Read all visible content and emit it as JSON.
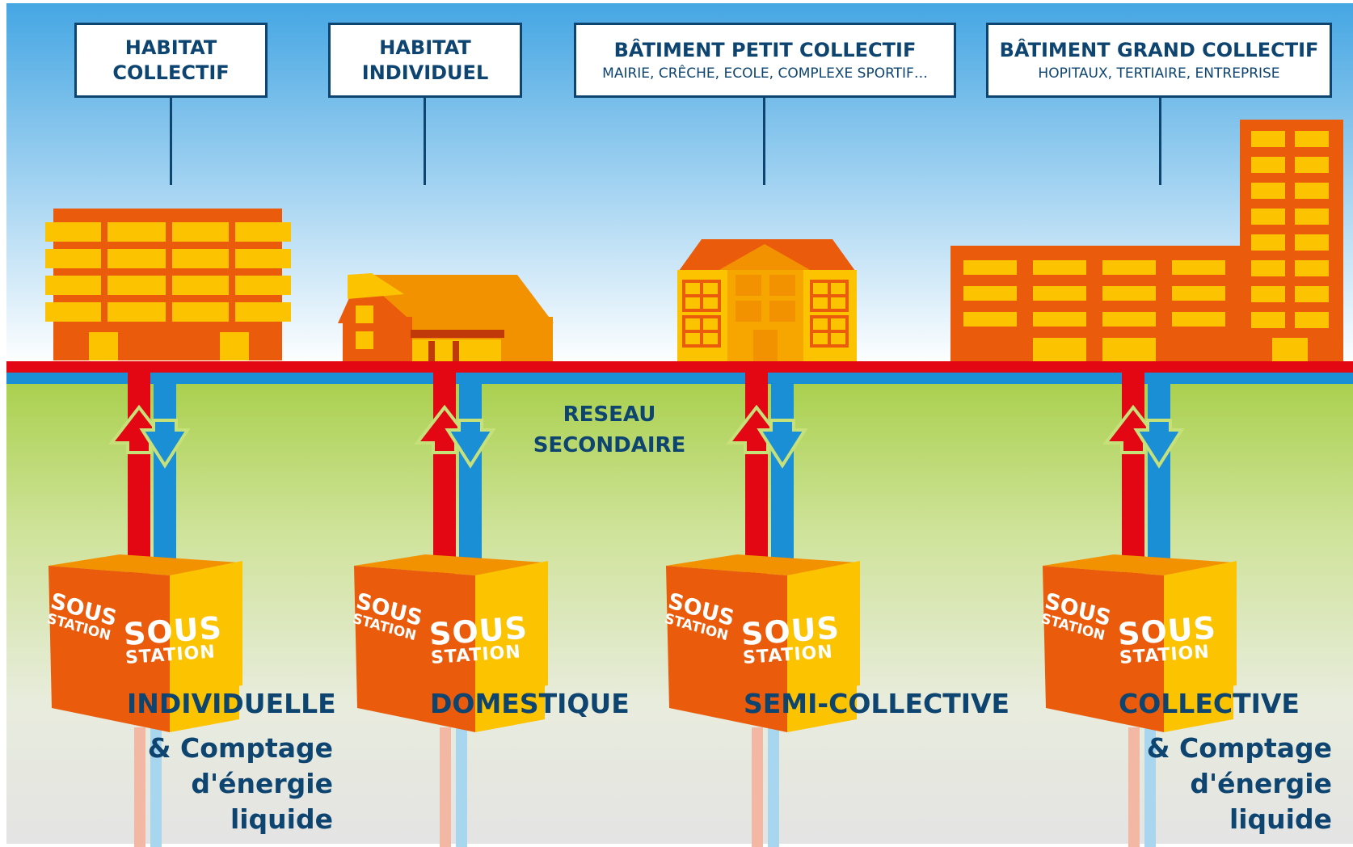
{
  "categories": [
    {
      "title_line1": "HABITAT",
      "title_line2": "COLLECTIF",
      "subtitle": ""
    },
    {
      "title_line1": "HABITAT",
      "title_line2": "INDIVIDUEL",
      "subtitle": ""
    },
    {
      "title_line1": "BÂTIMENT PETIT COLLECTIF",
      "title_line2": "",
      "subtitle": "MAIRIE, CRÊCHE,  ECOLE, COMPLEXE SPORTIF…"
    },
    {
      "title_line1": "BÂTIMENT GRAND COLLECTIF",
      "title_line2": "",
      "subtitle": "HOPITAUX, TERTIAIRE, ENTREPRISE"
    }
  ],
  "network": {
    "line1": "RESEAU",
    "line2": "SECONDAIRE"
  },
  "substations": [
    {
      "side_l1": "SOUS",
      "side_l2": "STATION",
      "front_l1": "SOUS",
      "front_l2": "STATION",
      "type": "INDIVIDUELLE",
      "comptage": [
        "& Comptage",
        "d'énergie",
        "liquide"
      ]
    },
    {
      "side_l1": "SOUS",
      "side_l2": "STATION",
      "front_l1": "SOUS",
      "front_l2": "STATION",
      "type": "DOMESTIQUE",
      "comptage": []
    },
    {
      "side_l1": "SOUS",
      "side_l2": "STATION",
      "front_l1": "SOUS",
      "front_l2": "STATION",
      "type": "SEMI-COLLECTIVE",
      "comptage": []
    },
    {
      "side_l1": "SOUS",
      "side_l2": "STATION",
      "front_l1": "SOUS",
      "front_l2": "STATION",
      "type": "COLLECTIVE",
      "comptage": [
        "& Comptage",
        "d'énergie",
        "liquide"
      ]
    }
  ],
  "colors": {
    "sky_top": "#4aa8e4",
    "sky_bottom": "#ffffff",
    "grass": "#a8cf4a",
    "ground_bottom": "#e6e6e6",
    "hot_pipe": "#e30613",
    "cold_pipe": "#1b8fd6",
    "orange_dark": "#ea5b0c",
    "orange_mid": "#f39200",
    "yellow": "#fbc300",
    "text_navy": "#0d4470"
  }
}
